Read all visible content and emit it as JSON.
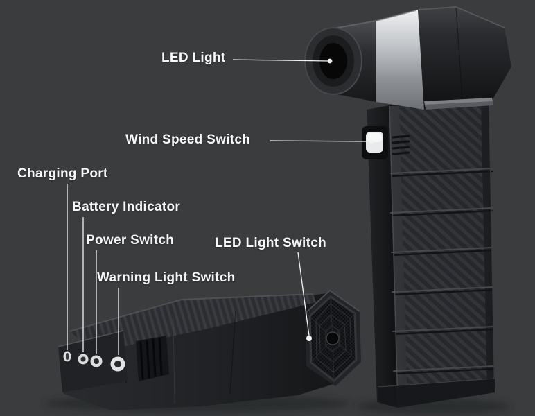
{
  "colors": {
    "background": "#3b3c3e",
    "label_text": "#f6f7f7",
    "leader_line": "#f2f3f3",
    "product_dark": "#1b1c1f",
    "metal_accent": "#c3c6ca"
  },
  "callouts": [
    {
      "id": "led-light",
      "label": "LED Light"
    },
    {
      "id": "wind-speed-switch",
      "label": "Wind Speed Switch"
    },
    {
      "id": "charging-port",
      "label": "Charging Port"
    },
    {
      "id": "battery-indicator",
      "label": "Battery Indicator"
    },
    {
      "id": "power-switch",
      "label": "Power Switch"
    },
    {
      "id": "warning-light-switch",
      "label": "Warning Light Switch"
    },
    {
      "id": "led-light-switch",
      "label": "LED Light Switch"
    }
  ]
}
